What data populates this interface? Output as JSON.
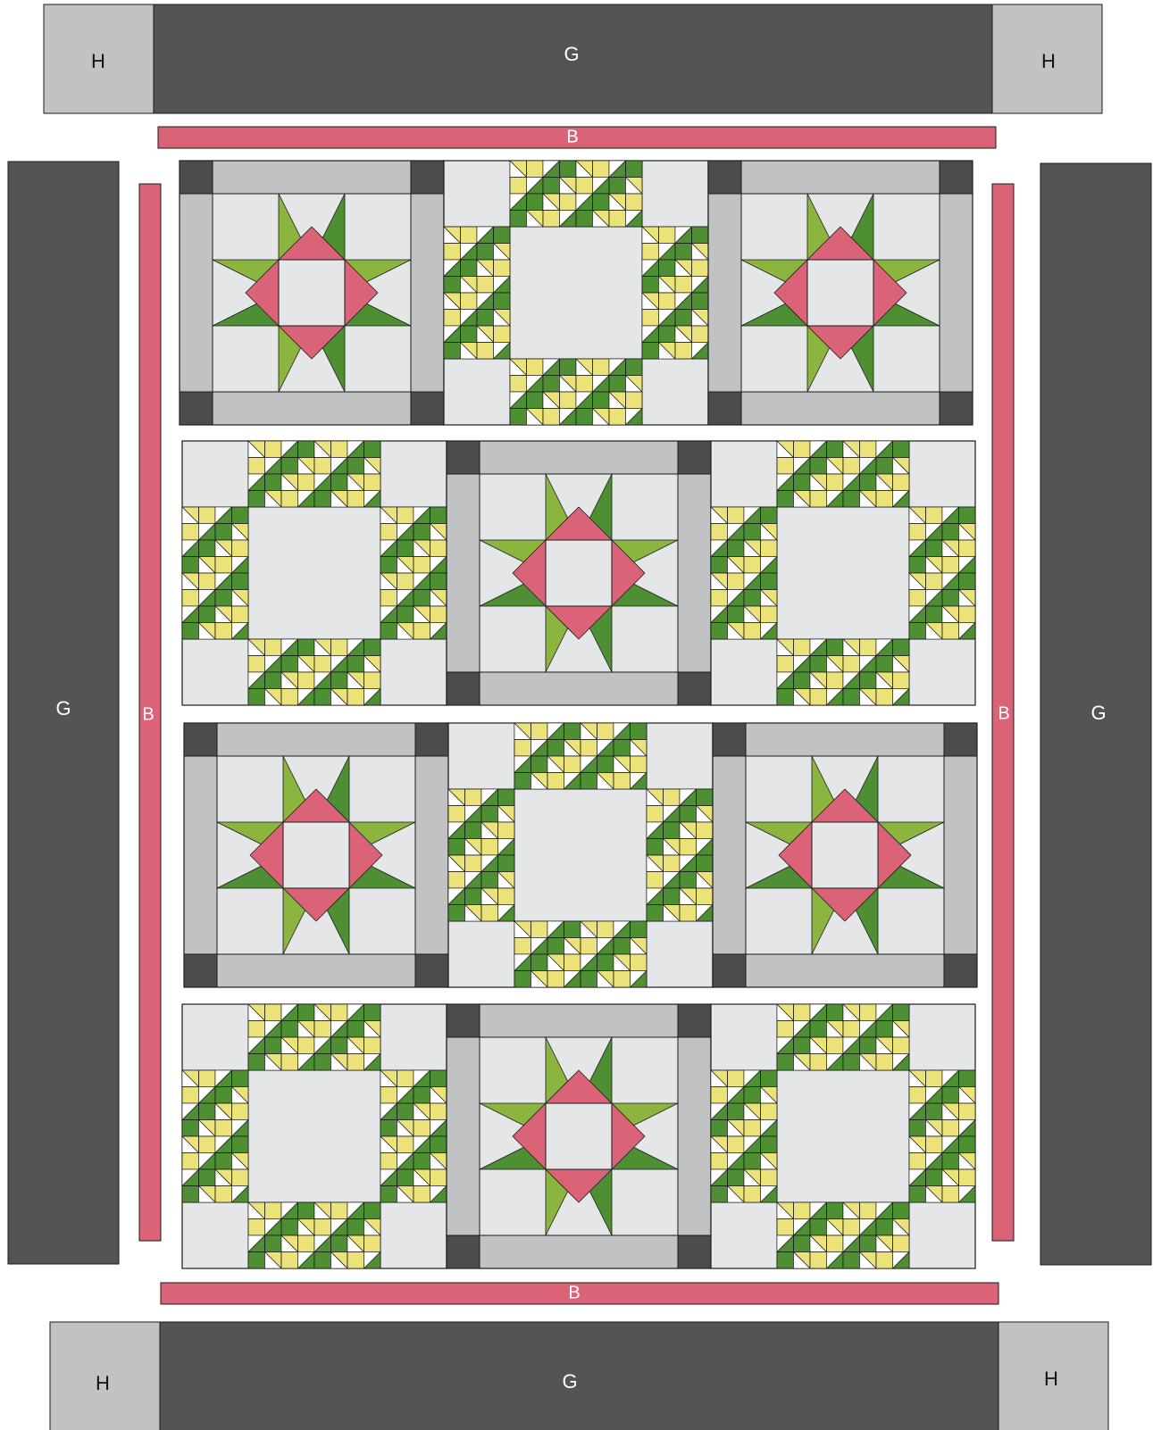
{
  "labels": {
    "border_outer": "G",
    "corner": "H",
    "border_inner": "B"
  },
  "colors": {
    "charcoal": "#545456",
    "corner_gray": "#c2c2c4",
    "pink": "#db6377",
    "background_light": "#e5e6e7",
    "sash_gray": "#c1c2c3",
    "corner_dark": "#4b4c4e",
    "green_dark": "#4e8f33",
    "green_light": "#8cb53f",
    "yellow": "#ebe27a",
    "white": "#ffffff",
    "label_on_dark": "#ffffff",
    "label_on_light": "#111111",
    "outline": "#1a1a1a"
  },
  "layout": {
    "block_rows": [
      [
        "star",
        "chain",
        "star"
      ],
      [
        "chain",
        "star",
        "chain"
      ],
      [
        "star",
        "chain",
        "star"
      ],
      [
        "chain",
        "star",
        "chain"
      ]
    ]
  }
}
